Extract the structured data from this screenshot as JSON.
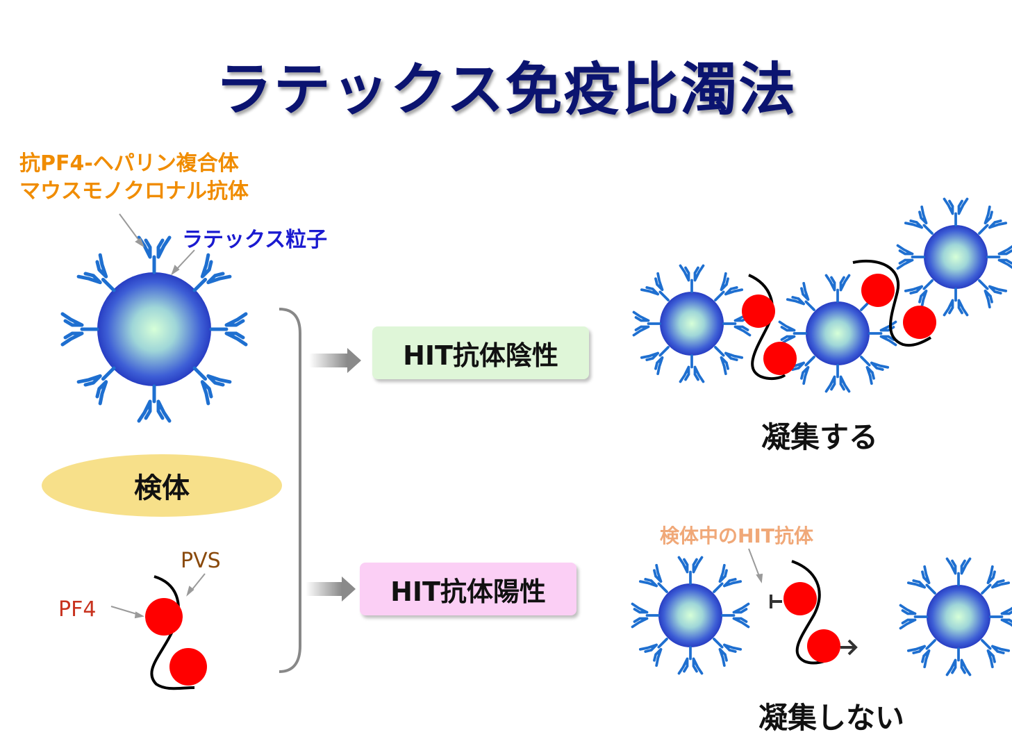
{
  "title": "ラテックス免疫比濁法",
  "labels": {
    "antibody_line1": "抗PF4-ヘパリン複合体",
    "antibody_line2": "マウスモノクロナル抗体",
    "latex_particle": "ラテックス粒子",
    "sample": "検体",
    "pvs": "PVS",
    "pf4": "PF4",
    "hit_in_sample": "検体中のHIT抗体"
  },
  "boxes": {
    "negative": "HIT抗体陰性",
    "positive": "HIT抗体陽性"
  },
  "results": {
    "agglutinates": "凝集する",
    "no_agglutination": "凝集しない"
  },
  "colors": {
    "title": "#0b1470",
    "antibody": "#1e6fd0",
    "pf4": "#ff0000",
    "negative_box": "#dff6d8",
    "positive_box": "#fbcff5",
    "sample": "#f7e08a"
  }
}
